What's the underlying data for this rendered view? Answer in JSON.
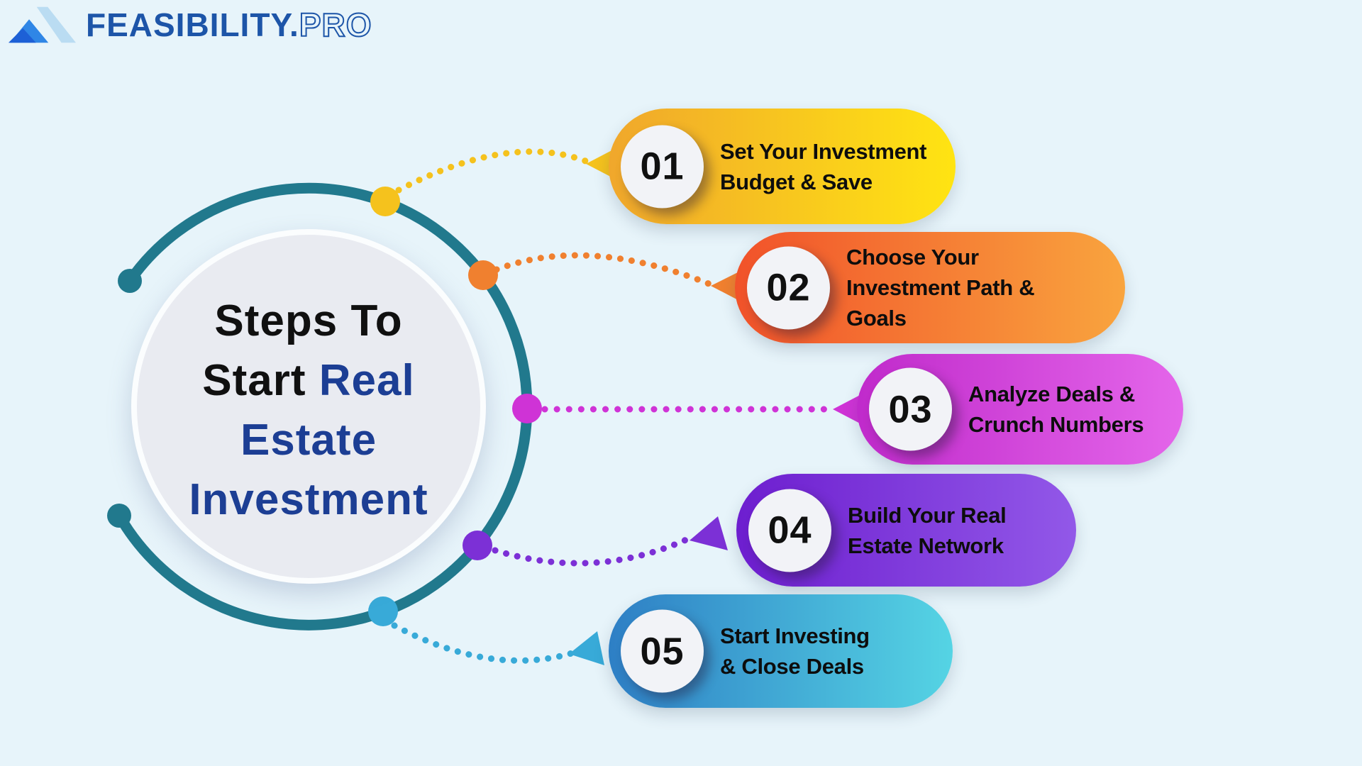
{
  "background": "#e7f4fa",
  "brand": {
    "name": "FEASIBILITY",
    "dot": ".",
    "suffix": "PRO",
    "text_color": "#1d55a8",
    "icon_colors": {
      "light": "#badcf2",
      "medium": "#2f86e6",
      "dark": "#1d60d6"
    }
  },
  "center": {
    "line1": "Steps To",
    "line2_black": "Start ",
    "line2_blue": "Real",
    "line3": "Estate",
    "line4": "Investment",
    "black": "#101010",
    "blue": "#1c3e94"
  },
  "ring": {
    "color": "#21798d"
  },
  "steps": [
    {
      "num": "01",
      "line1": "Set Your Investment",
      "line2": "Budget & Save",
      "color_from": "#f0a72c",
      "color_to": "#ffe412",
      "accent": "#f5c21d"
    },
    {
      "num": "02",
      "line1": "Choose Your",
      "line2": "Investment Path &",
      "line3": "Goals",
      "color_from": "#f1522a",
      "color_to": "#f9a43e",
      "accent": "#f0802f"
    },
    {
      "num": "03",
      "line1": "Analyze Deals &",
      "line2": "Crunch Numbers",
      "color_from": "#c02acb",
      "color_to": "#e466ea",
      "accent": "#cf33d6"
    },
    {
      "num": "04",
      "line1": "Build Your Real",
      "line2": "Estate Network",
      "color_from": "#6d1ecf",
      "color_to": "#9258e8",
      "accent": "#7c30d6"
    },
    {
      "num": "05",
      "line1": "Start Investing",
      "line2": "& Close Deals",
      "color_from": "#2e7fc5",
      "color_to": "#55d4e4",
      "accent": "#38aad8"
    }
  ]
}
